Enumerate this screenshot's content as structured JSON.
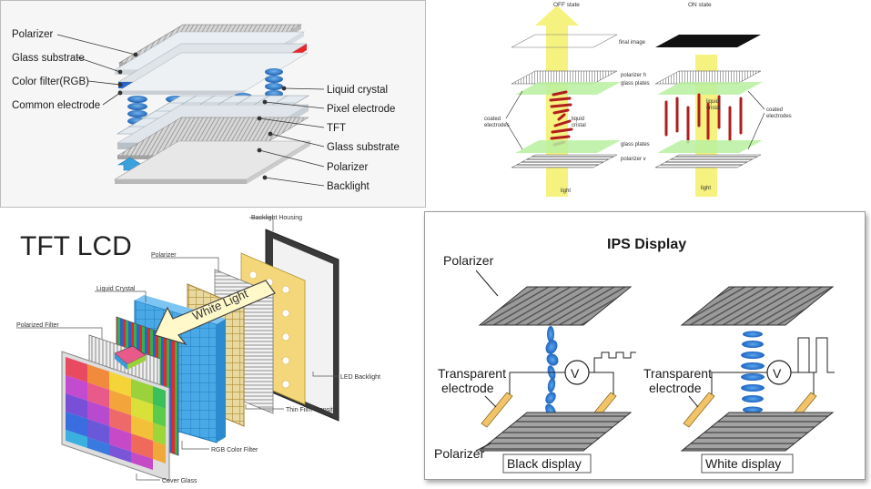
{
  "lcd_layers": {
    "labels_left": [
      "Polarizer",
      "Glass substrate",
      "Color filter(RGB)",
      "Common electrode"
    ],
    "labels_right": [
      "Liquid crystal",
      "Pixel electrode",
      "TFT",
      "Glass substrate",
      "Polarizer",
      "Backlight"
    ]
  },
  "states": {
    "off_title": "OFF state",
    "on_title": "ON state",
    "final_image": "final image",
    "polarizer_h": "polarizer h",
    "glass_plates_top": "glass plates",
    "liquid_cristal_off": "liquid\ncristal",
    "liquid_cristal_on": "liquid\ncristal",
    "coated_electrodes_left": "coated\nelectrodes",
    "coated_electrodes_right": "coated\nelectrodes",
    "glass_plates_bottom": "glass plates",
    "polarizer_v": "polarizer v",
    "light_off": "light",
    "light_on": "light"
  },
  "tft_lcd": {
    "title": "TFT LCD",
    "backlight_housing": "Backlight Housing",
    "polarizer": "Polarizer",
    "liquid_crystal": "Liquid Crystal",
    "polarized_filter": "Polarized Filter",
    "white_light": "White Light",
    "led_backlight": "LED Backlight",
    "thin_film": "Thin Film Transitor",
    "rgb_filter": "RGB Color Filter",
    "cover_glass": "Cover Glass"
  },
  "ips": {
    "title": "IPS Display",
    "polarizer_top": "Polarizer",
    "transparent_electrode_left": "Transparent\nelectrode",
    "transparent_electrode_right": "Transparent\nelectrode",
    "polarizer_bottom": "Polarizer",
    "black_display": "Black display",
    "white_display": "White display",
    "voltage_symbol": "V"
  },
  "colors": {
    "rgb_red": "#e8262c",
    "rgb_green": "#2fb34a",
    "rgb_blue": "#2a63c9",
    "lc_blue": "#1d6fc4",
    "backlight_blue": "#3aa1dd",
    "light_yellow": "#f4f06a",
    "glass_green": "#b8f0a0",
    "crystal_red": "#b01e1e",
    "electrode_orange": "#f2c46a"
  }
}
